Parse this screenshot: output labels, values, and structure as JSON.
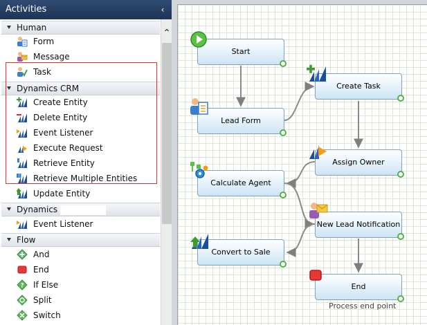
{
  "sidebar": {
    "title": "Activities",
    "collapse_glyph": "‹",
    "groups": [
      {
        "label": "Human",
        "items": [
          {
            "label": "Form"
          },
          {
            "label": "Message"
          },
          {
            "label": "Task"
          }
        ]
      },
      {
        "label": "Dynamics CRM",
        "items": [
          {
            "label": "Create Entity"
          },
          {
            "label": "Delete Entity"
          },
          {
            "label": "Event Listener"
          },
          {
            "label": "Execute Request"
          },
          {
            "label": "Retrieve Entity"
          },
          {
            "label": "Retrieve Multiple Entities"
          },
          {
            "label": "Update Entity"
          }
        ]
      },
      {
        "label": "Dynamics",
        "items": [
          {
            "label": "Event Listener"
          }
        ]
      },
      {
        "label": "Flow",
        "items": [
          {
            "label": "And"
          },
          {
            "label": "End"
          },
          {
            "label": "If Else"
          },
          {
            "label": "Split"
          },
          {
            "label": "Switch"
          }
        ]
      }
    ],
    "highlight_color": "#e03131"
  },
  "scrollbar": {
    "up_glyph": "⌃"
  },
  "canvas": {
    "nodes": {
      "start": "Start",
      "lead_form": "Lead Form",
      "create_task": "Create Task",
      "assign_owner": "Assign Owner",
      "calculate_agent": "Calculate Agent",
      "new_lead_notification": "New Lead Notification",
      "convert_to_sale": "Convert to Sale",
      "end": "End"
    },
    "end_caption": "Process end point",
    "port_color": "#4fb443"
  }
}
